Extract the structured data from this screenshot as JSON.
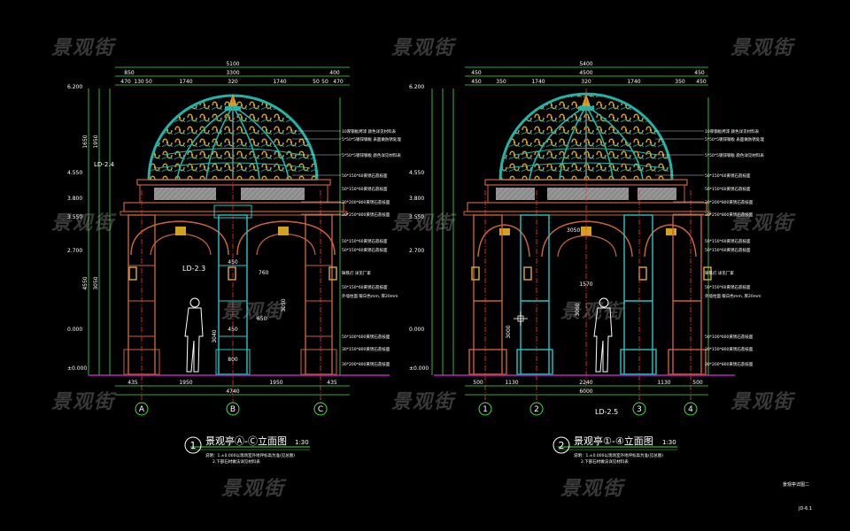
{
  "watermark": "景观街",
  "sheet": {
    "title_right": "景观亭详图二",
    "sheet_no": "JD-6.1"
  },
  "elev1": {
    "num": "1",
    "title": "景观亭Ⓐ-Ⓒ立面图",
    "scale": "1:30",
    "notes": [
      "说明：1.±0.000以现场室外地坪标高为准(见总图)",
      "2.下部石材做法详见材料表"
    ],
    "top_total": "5100",
    "top_dims": [
      "850",
      "3300",
      "400"
    ],
    "sub_dims": [
      "470",
      "130",
      "50",
      "1740",
      "320",
      "1740",
      "50",
      "50",
      "470"
    ],
    "bottom_dims": [
      "435",
      "1950",
      "1950",
      "435"
    ],
    "bottom_total": "4740",
    "axes": [
      "A",
      "B",
      "C"
    ],
    "levels": [
      "6.200",
      "4.550",
      "3.800",
      "3.550",
      "2.700",
      "0.000",
      "±0.000"
    ],
    "left_dims": [
      "1650",
      "1950",
      "4550",
      "3050"
    ],
    "ref1": "LD-2.4",
    "ref2": "LD-2.3",
    "inner_dims": [
      "450",
      "3040",
      "3050",
      "450",
      "650",
      "760",
      "800"
    ]
  },
  "elev2": {
    "num": "2",
    "title": "景观亭①-④立面图",
    "scale": "1:30",
    "notes": [
      "说明：1.±0.000以现场室外地坪标高为准(见总图)",
      "2.下部石材做法详见材料表"
    ],
    "top_total": "5400",
    "top_dims": [
      "450",
      "4500",
      "450"
    ],
    "sub_dims": [
      "450",
      "350",
      "1740",
      "320",
      "1740",
      "350",
      "450"
    ],
    "bottom_dims": [
      "500",
      "1130",
      "2240",
      "1130",
      "500"
    ],
    "bottom_total": "6000",
    "axes": [
      "1",
      "2",
      "3",
      "4"
    ],
    "levels": [
      "6.200",
      "4.550",
      "3.800",
      "3.550",
      "2.700",
      "0.000",
      "±0.000"
    ],
    "ref": "LD-2.5",
    "inner_dims": [
      "3050",
      "1570",
      "3000",
      "3060"
    ]
  },
  "material_notes": [
    "10厚钢板烤漆 颜色详见材料表",
    "5*50*5镀锌钢板 表面做防锈处理",
    "5*50*5镀锌钢板 颜色详见材料表",
    "50*150*60黄锈石荔枝面",
    "50*150*60黄锈石荔枝面",
    "30*200*800黄锈石荔枝面",
    "30*250*800黄锈石荔枝面",
    "50*150*60黄锈石荔枝面",
    "50*150*60黄锈石荔枝面",
    "铸铁灯 详见厂家",
    "50*150*60黄锈石荔枝面",
    "外墙柱面 暖白色mm, 厚20mm",
    "50*100*600黄锈石荔枝面",
    "30*150*800黄锈石荔枝面",
    "30*200*800黄锈石荔枝面"
  ],
  "colors": {
    "background": "#000000",
    "dome_cyan": "#1fb5a8",
    "ornament_gold": "#d4a020",
    "stone_orange": "#c8623a",
    "column_cyan": "#20c8c8",
    "dim_green": "#40e040",
    "axis_red": "#ff3030",
    "ground_magenta": "#c020c0",
    "frieze_grey": "#9a9a9a"
  }
}
